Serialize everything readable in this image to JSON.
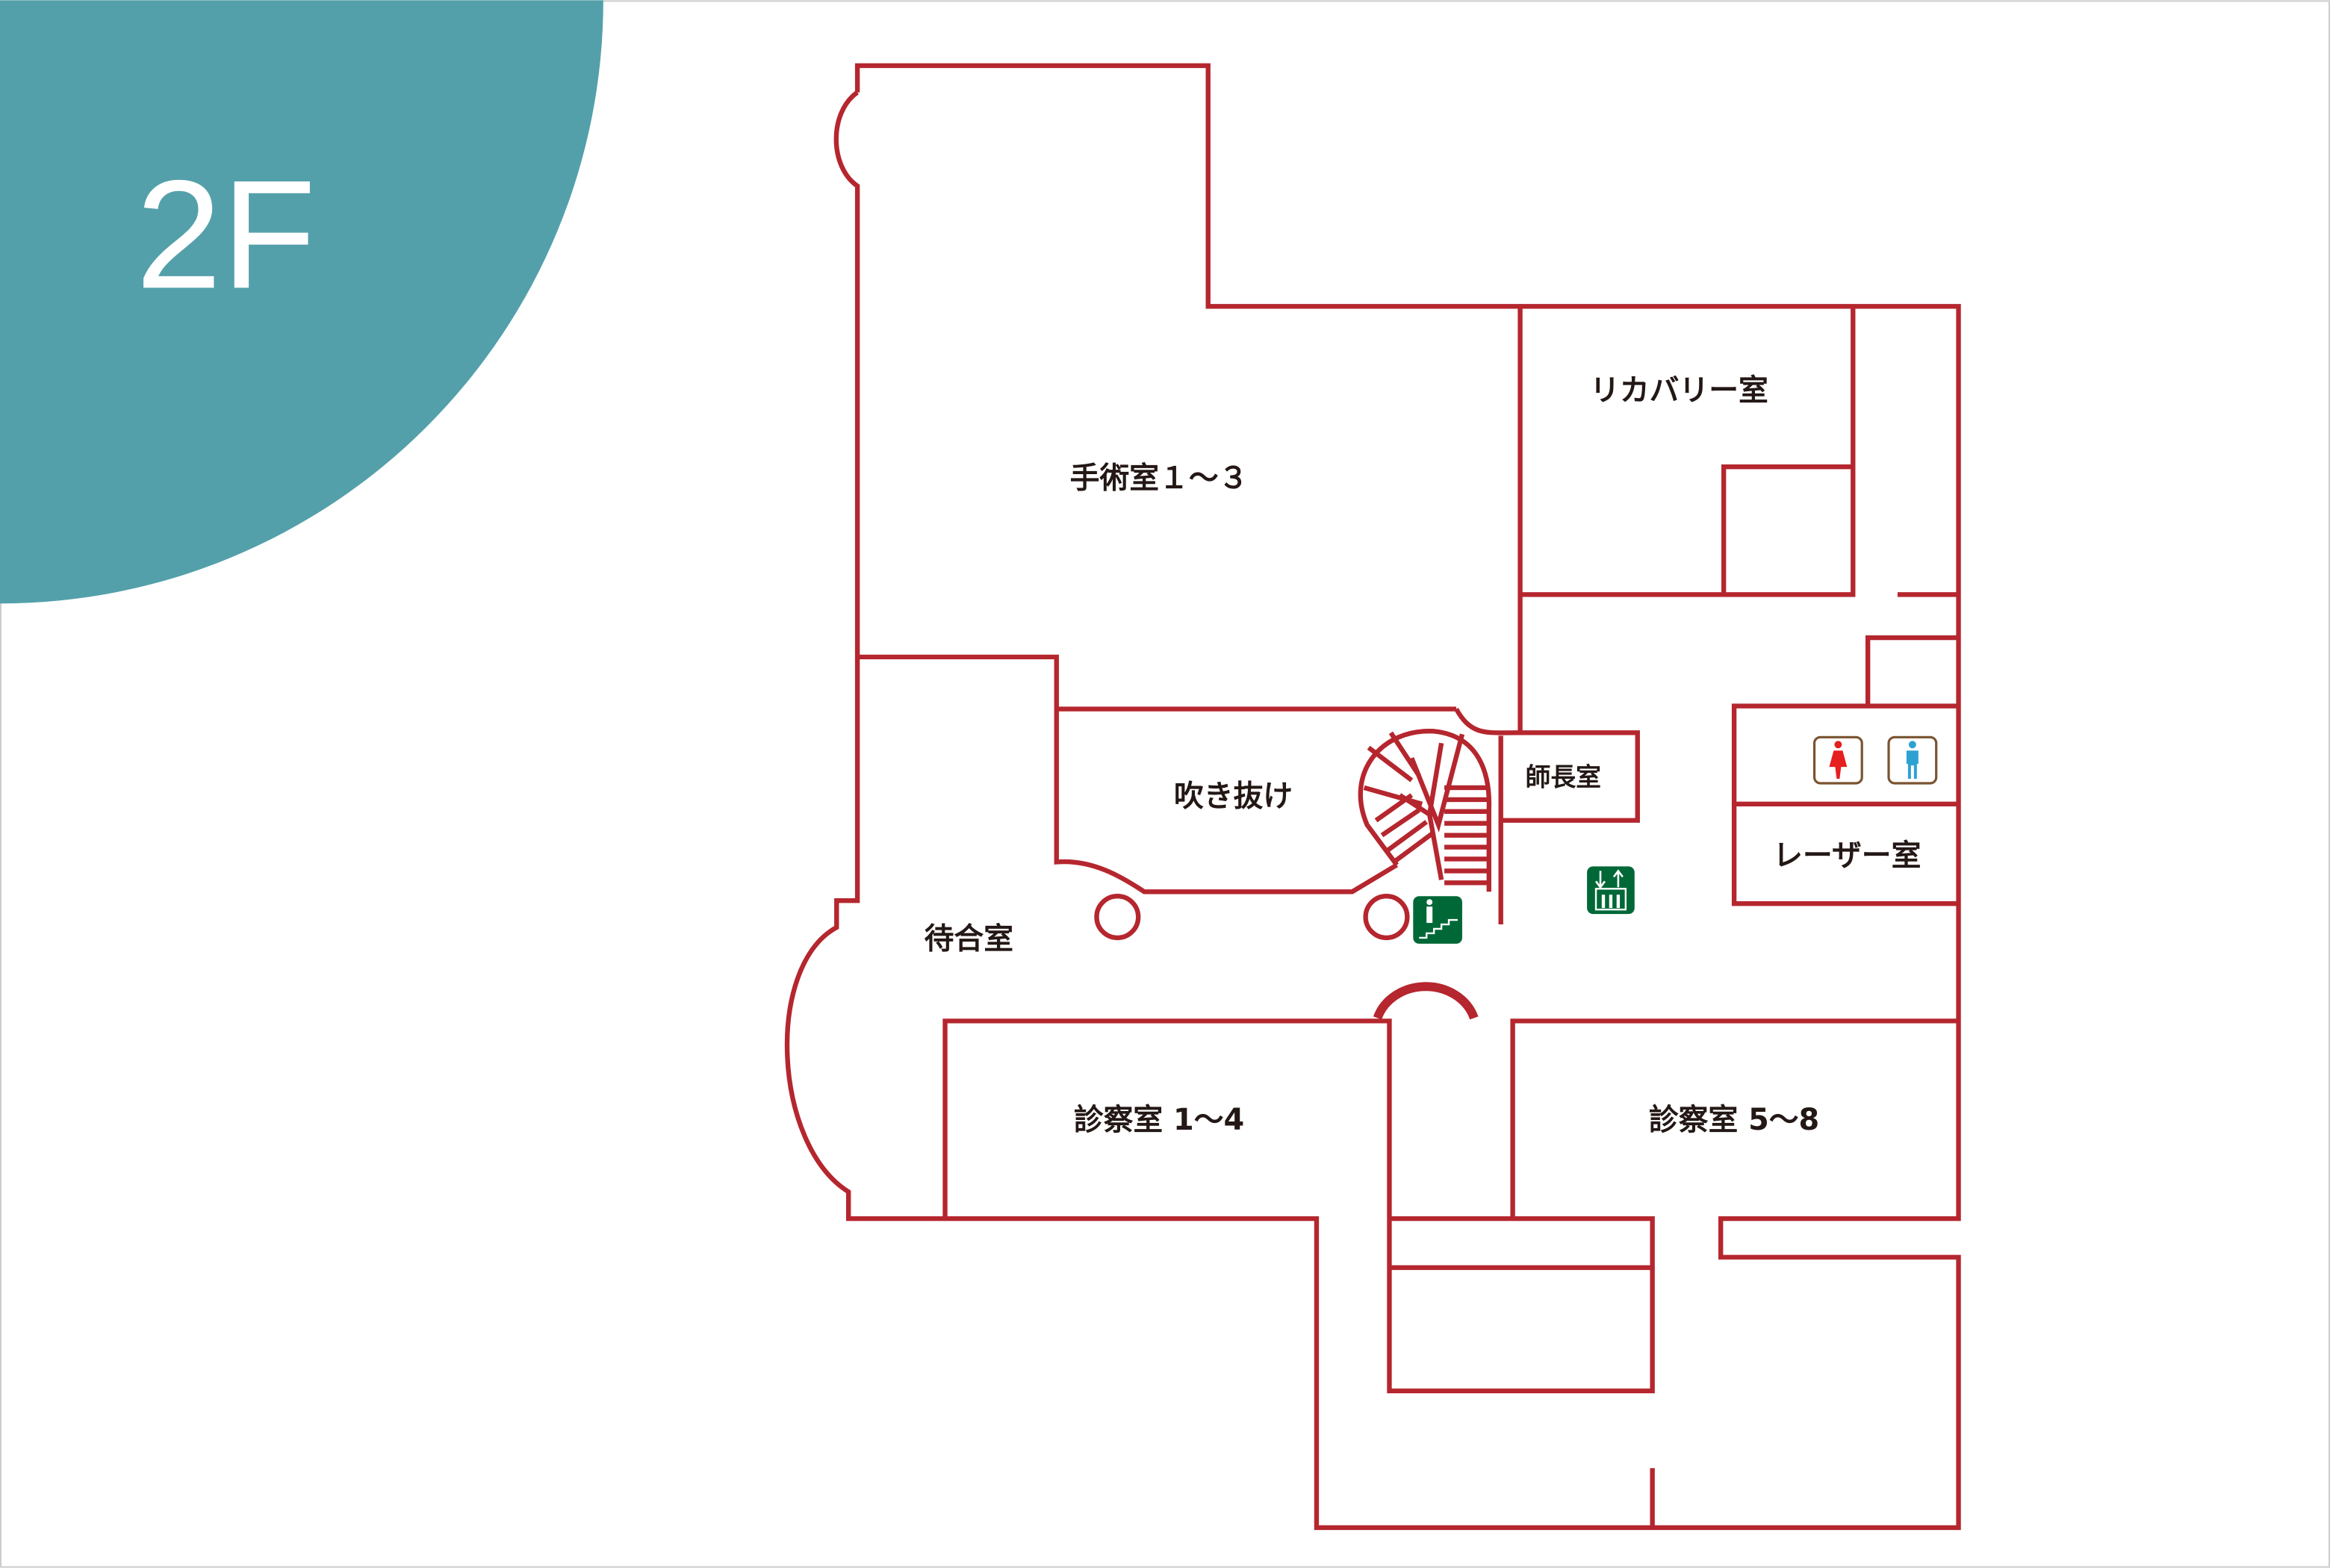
{
  "floor_label": "2F",
  "rooms": {
    "surgery": "手術室１～３",
    "recovery": "リカバリー室",
    "atrium": "吹き抜け",
    "head_nurse": "師長室",
    "laser": "レーザー室",
    "waiting": "待合室",
    "exam_1_4": "診察室 1～4",
    "exam_5_8": "診察室 5～8"
  },
  "colors": {
    "wall": "#b5262e",
    "badge": "#53a0aa",
    "sign_green": "#006837",
    "female": "#e61f1f",
    "male": "#2ea1d3",
    "toilet_frame": "#7a5330"
  },
  "icons": [
    "stairs-icon",
    "elevator-icon",
    "female-toilet-icon",
    "male-toilet-icon"
  ]
}
